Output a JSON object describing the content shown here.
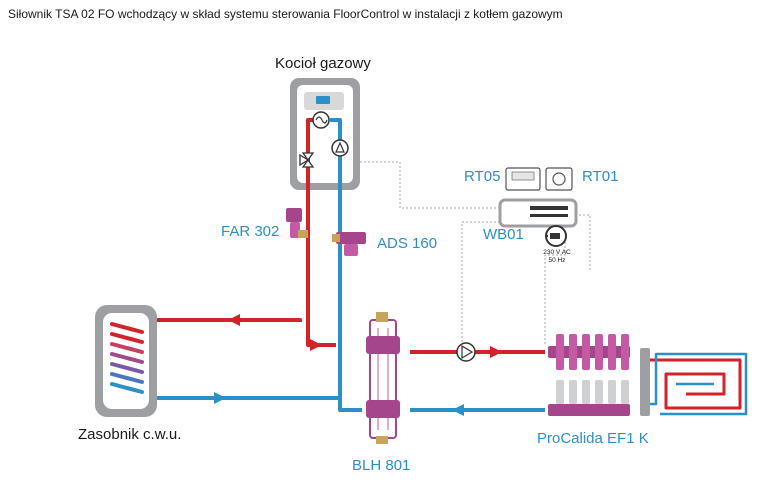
{
  "title": "Siłownik TSA 02 FO wchodzący w skład systemu sterowania FloorControl w instalacji z kotłem gazowym",
  "labels": {
    "boiler": "Kocioł gazowy",
    "far302": "FAR 302",
    "ads160": "ADS 160",
    "rt05": "RT05",
    "rt01": "RT01",
    "wb01": "WB01",
    "power_voltage": "230 V AC",
    "power_freq": "50 Hz",
    "tank": "Zasobnik c.w.u.",
    "blh801": "BLH 801",
    "manifold": "ProCalida EF1 K"
  },
  "colors": {
    "hot_pipe": "#d3222a",
    "cold_pipe": "#2b8fc8",
    "manifold": "#b0478f",
    "device_gray": "#9d9fa2",
    "signal_line": "#a0a0a0"
  },
  "icons": [
    "boiler-icon",
    "pump-icon",
    "three-way-valve-icon",
    "thermometer-icon",
    "filter-icon",
    "separator-icon",
    "tank-icon",
    "floor-heating-coil-icon",
    "plug-icon",
    "thermostat-icon",
    "controller-icon"
  ]
}
